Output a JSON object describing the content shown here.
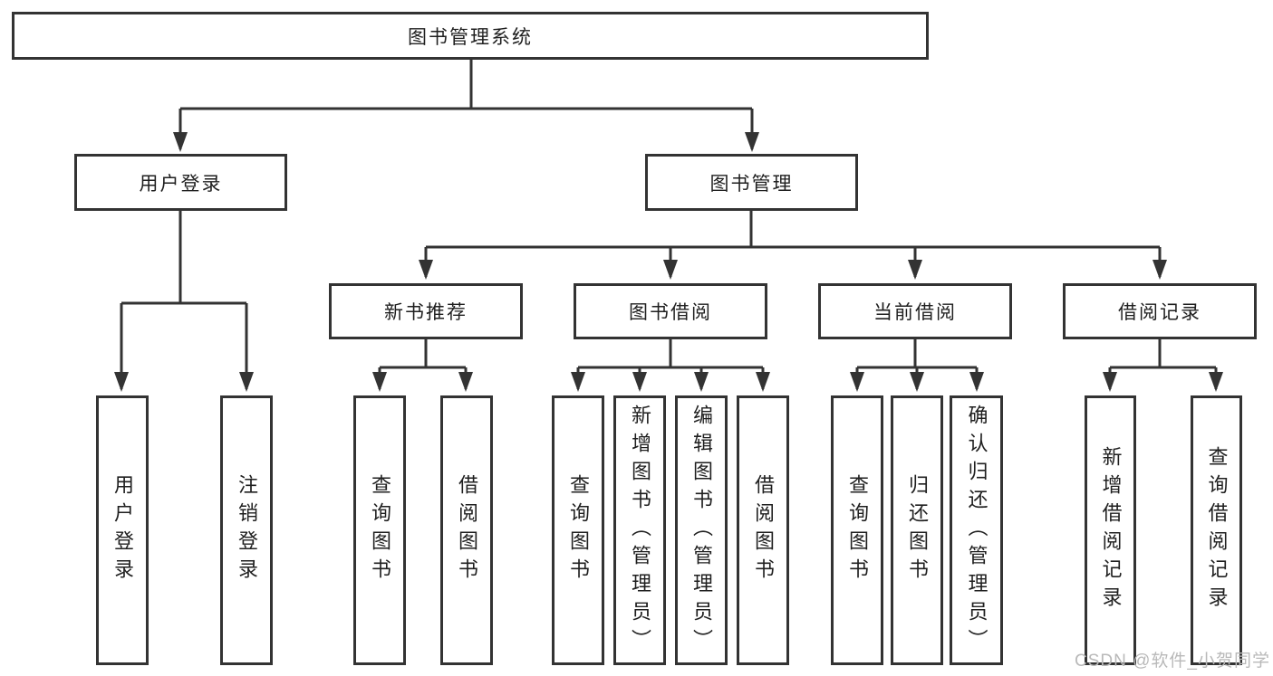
{
  "diagram": {
    "root_label": "图书管理系统",
    "user_login": {
      "label": "用户登录",
      "children": {
        "login": "用户登录",
        "logout": "注销登录"
      }
    },
    "book_mgmt": {
      "label": "图书管理",
      "new_rec": {
        "label": "新书推荐",
        "children": {
          "query": "查询图书",
          "borrow": "借阅图书"
        }
      },
      "book_borrow": {
        "label": "图书借阅",
        "children": {
          "query": "查询图书",
          "add": "新增图书（管理员）",
          "edit": "编辑图书（管理员）",
          "borrow": "借阅图书"
        }
      },
      "current_borrow": {
        "label": "当前借阅",
        "children": {
          "query": "查询图书",
          "return": "归还图书",
          "confirm": "确认归还（管理员）"
        }
      },
      "borrow_records": {
        "label": "借阅记录",
        "children": {
          "add": "新增借阅记录",
          "query": "查询借阅记录"
        }
      }
    }
  },
  "watermark": "CSDN @软件_小贺同学",
  "colors": {
    "line": "#333333",
    "text": "#1f1f1f",
    "box_background": "#ffffff",
    "watermark": "#b9b9b9",
    "page_background": "#ffffff"
  }
}
